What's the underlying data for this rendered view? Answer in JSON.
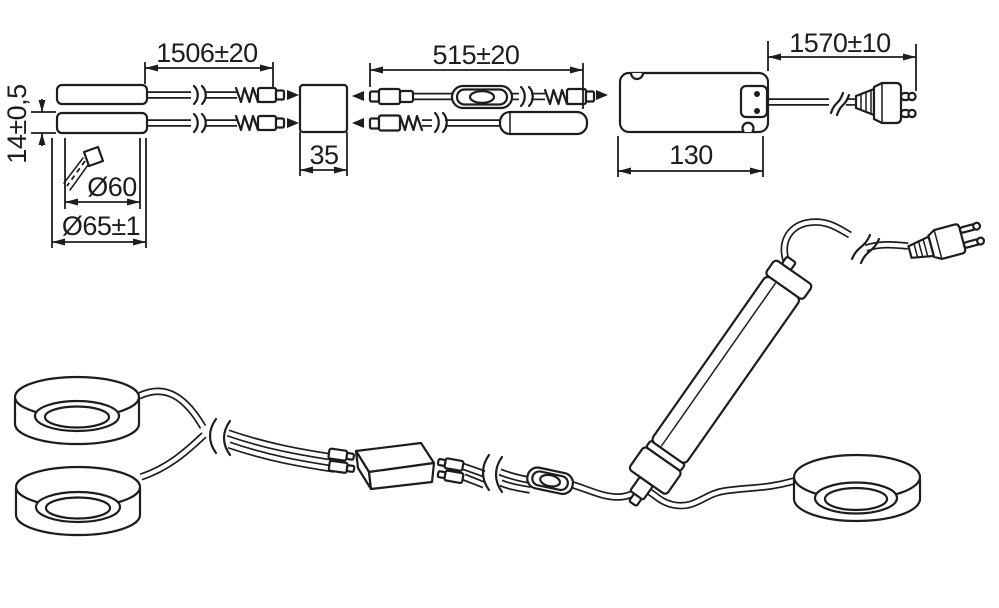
{
  "figure": {
    "background": "#ffffff",
    "line_color": "#1d1d1b",
    "dimensions": {
      "light_cable_length": "1506±20",
      "light_thickness": "14±0,5",
      "beam_diameter": "Ø60",
      "light_diameter": "Ø65±1",
      "distributor_size": "35",
      "switch_cable_length": "515±20",
      "driver_length": "130",
      "mains_cable_length": "1570±10"
    }
  }
}
